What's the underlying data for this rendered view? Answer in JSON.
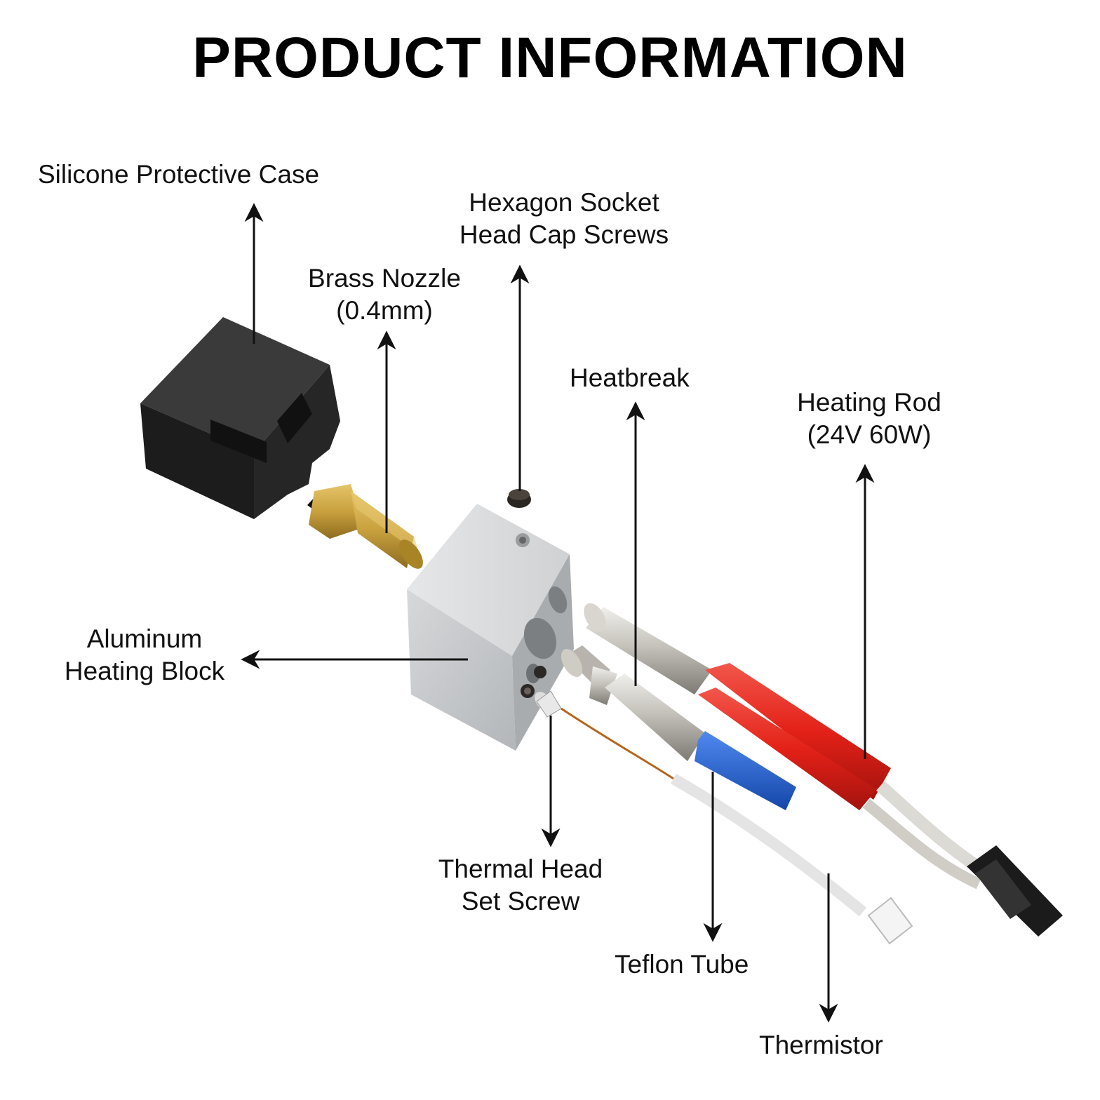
{
  "title": "PRODUCT INFORMATION",
  "labels": {
    "silicone_case": "Silicone Protective Case",
    "hex_screws": [
      "Hexagon Socket",
      "Head Cap Screws"
    ],
    "brass_nozzle": [
      "Brass Nozzle",
      "(0.4mm)"
    ],
    "heatbreak": "Heatbreak",
    "heating_rod": [
      "Heating Rod",
      "(24V 60W)"
    ],
    "aluminum_block": [
      "Aluminum",
      "Heating Block"
    ],
    "thermal_screw": [
      "Thermal Head",
      "Set Screw"
    ],
    "teflon_tube": "Teflon Tube",
    "thermistor": "Thermistor"
  },
  "colors": {
    "case": "#1c1c1c",
    "brass": "#c9a13e",
    "aluminum": "#c4c6c8",
    "heater_sleeve": "#e32118",
    "teflon": "#1e5fd0",
    "wire_white": "#eeeeee",
    "arrow": "#111111"
  }
}
